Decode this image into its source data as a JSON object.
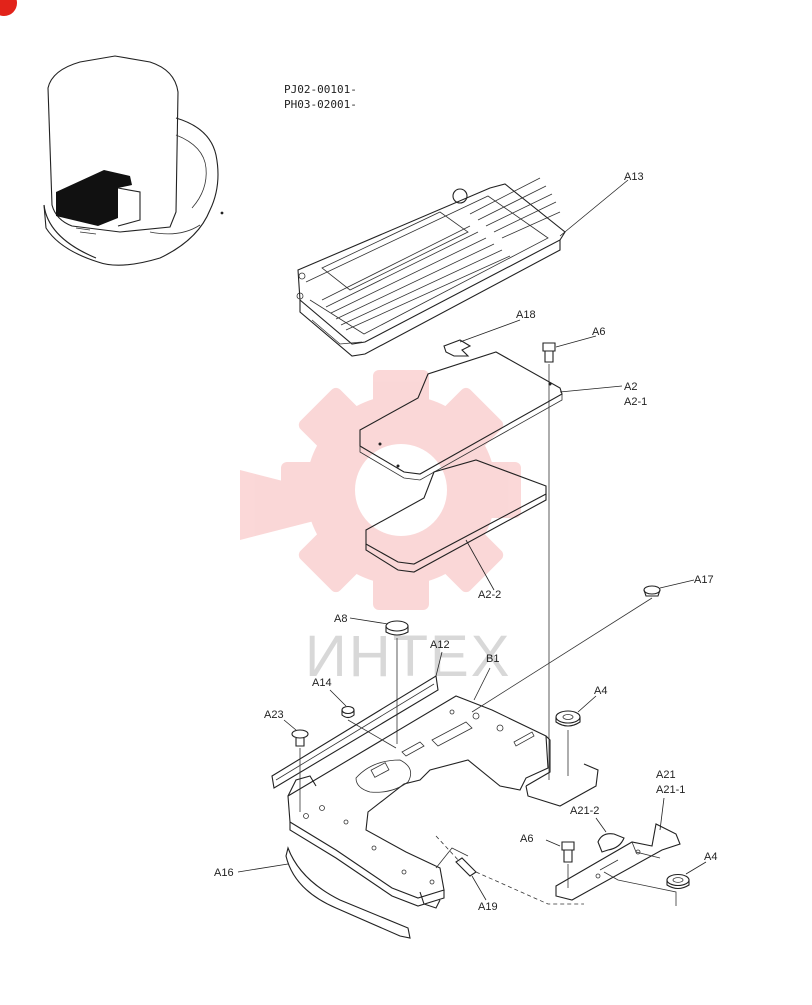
{
  "codes": [
    "PJ02-00101-",
    "PH03-02001-"
  ],
  "watermark": "ИНТЕХ",
  "badge_color": "#e2231a",
  "watermark_color": "#f7b8b8",
  "labels": {
    "A13": "A13",
    "A18": "A18",
    "A6_top": "A6",
    "A2": "A2",
    "A2_1": "A2-1",
    "A2_2": "A2-2",
    "A17": "A17",
    "A8": "A8",
    "A12": "A12",
    "B1": "B1",
    "A14": "A14",
    "A4_mid": "A4",
    "A23": "A23",
    "A21": "A21",
    "A21_1": "A21-1",
    "A21_2": "A21-2",
    "A6_bot": "A6",
    "A4_bot": "A4",
    "A16": "A16",
    "A19": "A19"
  }
}
